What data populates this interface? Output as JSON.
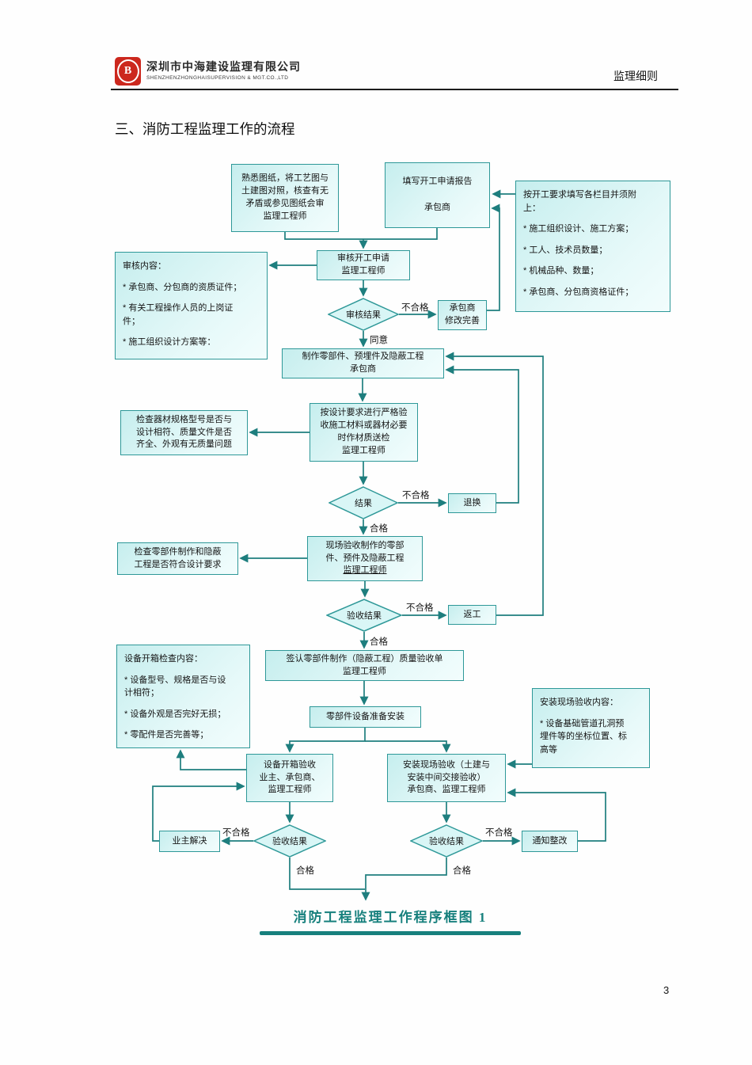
{
  "header": {
    "company": "深圳市中海建设监理有限公司",
    "company_en": "SHENZHENZHONGHAISUPERVISION & MGT.CO.,LTD",
    "doc_label": "监理细则",
    "logo_letter": "B"
  },
  "title": "三、消防工程监理工作的流程",
  "flowchart": {
    "nodes": {
      "familiarize": {
        "text": "熟悉图纸，将工艺图与\n土建图对照，核查有无\n矛盾或参见图纸会审\n监理工程师"
      },
      "apply": {
        "line1": "填写开工申请报告",
        "line2": "承包商"
      },
      "requirements": {
        "lines": [
          "按开工要求填写各栏目并须附\n上：",
          "*  施工组织设计、施工方案；",
          "*  工人、技术员数量；",
          "*  机械品种、数量；",
          "*  承包商、分包商资格证件；"
        ]
      },
      "review_content": {
        "lines": [
          "审核内容：",
          "*  承包商、分包商的资质证件；",
          "*  有关工程操作人员的上岗证\n件；",
          "*  施工组织设计方案等："
        ]
      },
      "review_apply": {
        "text": "审核开工申请\n监理工程师"
      },
      "review_result": {
        "text": "审核结果"
      },
      "modify": {
        "text": "承包商\n修改完善"
      },
      "fabricate": {
        "text": "制作零部件、预埋件及隐蔽工程\n承包商"
      },
      "inspect_materials": {
        "text": "按设计要求进行严格验\n收施工材料或器材必要\n时作材质送检\n监理工程师"
      },
      "check_specs": {
        "text": "检查器材规格型号是否与\n设计相符、质量文件是否\n齐全、外观有无质量问题"
      },
      "result": {
        "text": "结果"
      },
      "exchange": {
        "text": "退换"
      },
      "site_accept": {
        "text": "现场验收制作的零部\n件、预件及隐蔽工程",
        "role": "监理工程师"
      },
      "check_parts": {
        "text": "检查零部件制作和隐蔽\n工程是否符合设计要求"
      },
      "accept_result": {
        "text": "验收结果"
      },
      "rework": {
        "text": "返工"
      },
      "sign": {
        "text": "签认零部件制作（隐蔽工程）质量验收单\n监理工程师"
      },
      "unbox_content": {
        "lines": [
          "设备开箱检查内容：",
          "*  设备型号、规格是否与设\n计相符；",
          "*  设备外观是否完好无损；",
          "*  零配件是否完善等；"
        ]
      },
      "prepare_install": {
        "text": "零部件设备准备安装"
      },
      "install_content": {
        "lines": [
          "安装现场验收内容：",
          "*  设备基础管道孔洞预\n埋件等的坐标位置、标\n高等"
        ]
      },
      "unbox_accept": {
        "text": "设备开箱验收\n业主、承包商、\n监理工程师"
      },
      "site_install_accept": {
        "text": "安装现场验收（土建与\n安装中间交接验收）\n承包商、监理工程师"
      },
      "owner_solve": {
        "text": "业主解决"
      },
      "unbox_result": {
        "text": "验收结果"
      },
      "install_result": {
        "text": "验收结果"
      },
      "notify_rectify": {
        "text": "通知整改"
      }
    },
    "labels": {
      "fail": "不合格",
      "agree": "同意",
      "pass": "合格"
    }
  },
  "caption": "消防工程监理工作程序框图  1",
  "page_number": "3",
  "colors": {
    "line_teal": "#1e7e7e",
    "box_border": "#2e9898",
    "box_fill": "#d2f2f2",
    "caption_teal": "#17807d",
    "logo_red": "#cc281e"
  }
}
